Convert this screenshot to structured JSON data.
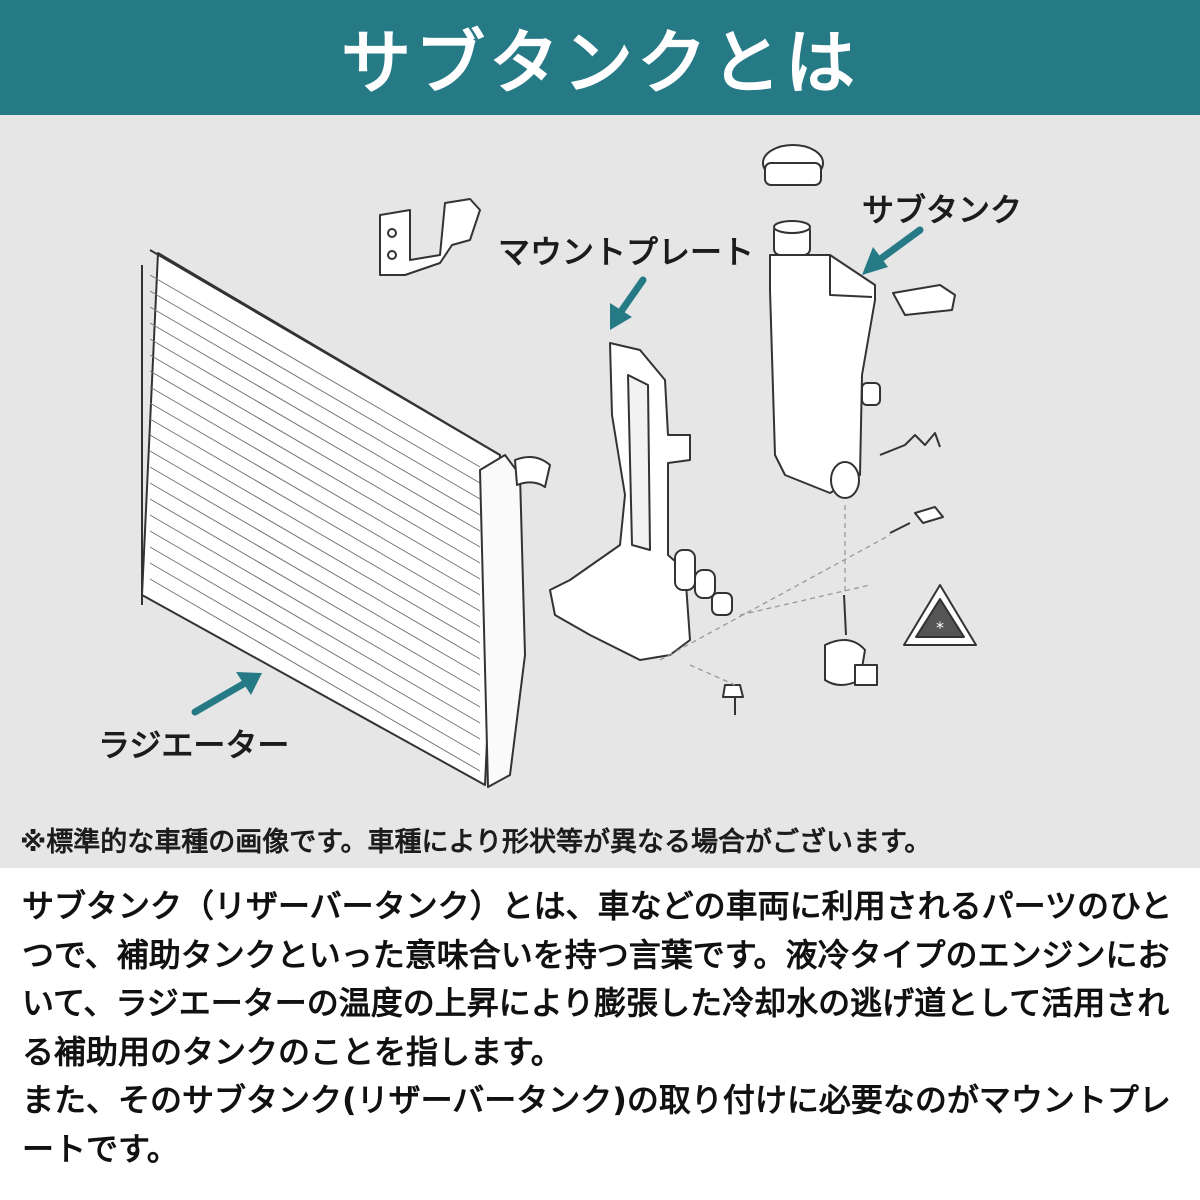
{
  "header": {
    "title": "サブタンクとは"
  },
  "figure": {
    "labels": {
      "sub_tank": "サブタンク",
      "mount_plate": "マウントプレート",
      "radiator": "ラジエーター"
    },
    "note": "※標準的な車種の画像です。車種により形状等が異なる場合がございます。",
    "colors": {
      "header_bg": "#267a86",
      "arrow": "#267a86",
      "figure_bg": "#e6e6e6"
    }
  },
  "body": {
    "paragraph1": "サブタンク（リザーバータンク）とは、車などの車両に利用されるパーツのひとつで、補助タンクといった意味合いを持つ言葉です。液冷タイプのエンジンにおいて、ラジエーターの温度の上昇により膨張した冷却水の逃げ道として活用される補助用のタンクのことを指します。",
    "paragraph2": "また、そのサブタンク(リザーバータンク)の取り付けに必要なのがマウントプレートです。"
  }
}
